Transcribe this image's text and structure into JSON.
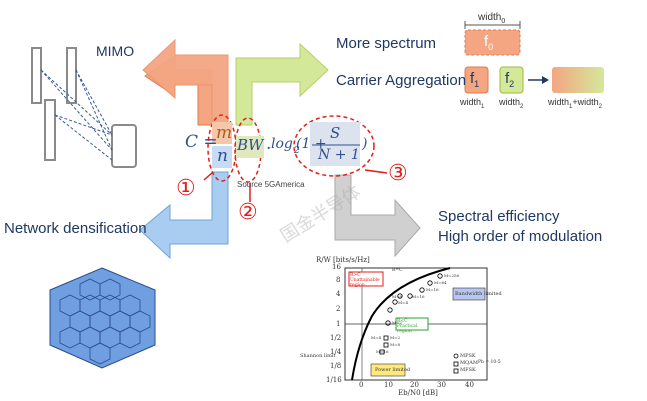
{
  "labels": {
    "mimo": "MIMO",
    "more_spectrum": "More spectrum",
    "carrier_aggregation": "Carrier Aggregation",
    "network_densification": "Network densification",
    "spectral_efficiency": "Spectral efficiency",
    "high_order_modulation": "High order of modulation",
    "source": "Source 5GAmerica",
    "watermark": "国金半导体"
  },
  "formula": {
    "c_eq": "C =",
    "m": "m",
    "n": "n",
    "bw": "BW",
    "dot": ".",
    "log": "log",
    "log_sub": "2",
    "one_plus": "(1 +",
    "s": "S",
    "n_plus_1": "N + 1",
    "close": ")"
  },
  "markers": [
    "①",
    "②",
    "③"
  ],
  "blocks": {
    "f0": "f",
    "f0_sub": "0",
    "width0": "width",
    "width0_sub": "0",
    "f1": "f",
    "f1_sub": "1",
    "f2": "f",
    "f2_sub": "2",
    "width1": "width",
    "width1_sub": "1",
    "width2": "width",
    "width2_sub": "2",
    "width_sum": "width",
    "width_sum_mid": "1",
    "width_sum_plus": "+width",
    "width_sum_end": "2"
  },
  "colors": {
    "orange": "#f4a582",
    "orange_dark": "#e07a4a",
    "green": "#d4e89a",
    "green_dark": "#9bbb3b",
    "blue": "#a9cdf0",
    "blue_dark": "#6fa3d8",
    "gray": "#c9c9c9",
    "red": "#e0201b",
    "hex": "#6f9fe0"
  },
  "chart": {
    "ylabel": "R/W [bits/s/Hz]",
    "xlabel": "Eb/N0 [dB]",
    "yticks": [
      "16",
      "8",
      "4",
      "2",
      "1",
      "1/2",
      "1/4",
      "1/8",
      "1/16"
    ],
    "xticks": [
      "0",
      "10",
      "20",
      "30",
      "40"
    ],
    "shannon_limit": "Shannon limit",
    "region_unattainable": "R>C Unattainable region",
    "region_practical": "R<C Practical region",
    "bandwidth_limited": "Bandwidth limited",
    "power_limited": "Power limited",
    "legend": [
      "MPSK",
      "MQAM",
      "MFSK"
    ],
    "pb_note": "Pb = 10-5",
    "curve_label": "R=C",
    "point_labels": [
      "M=256",
      "M=64",
      "M=16",
      "M=8",
      "M=4",
      "M=2",
      "M=16",
      "M=4",
      "M=8",
      "M=2",
      "M=16"
    ]
  }
}
